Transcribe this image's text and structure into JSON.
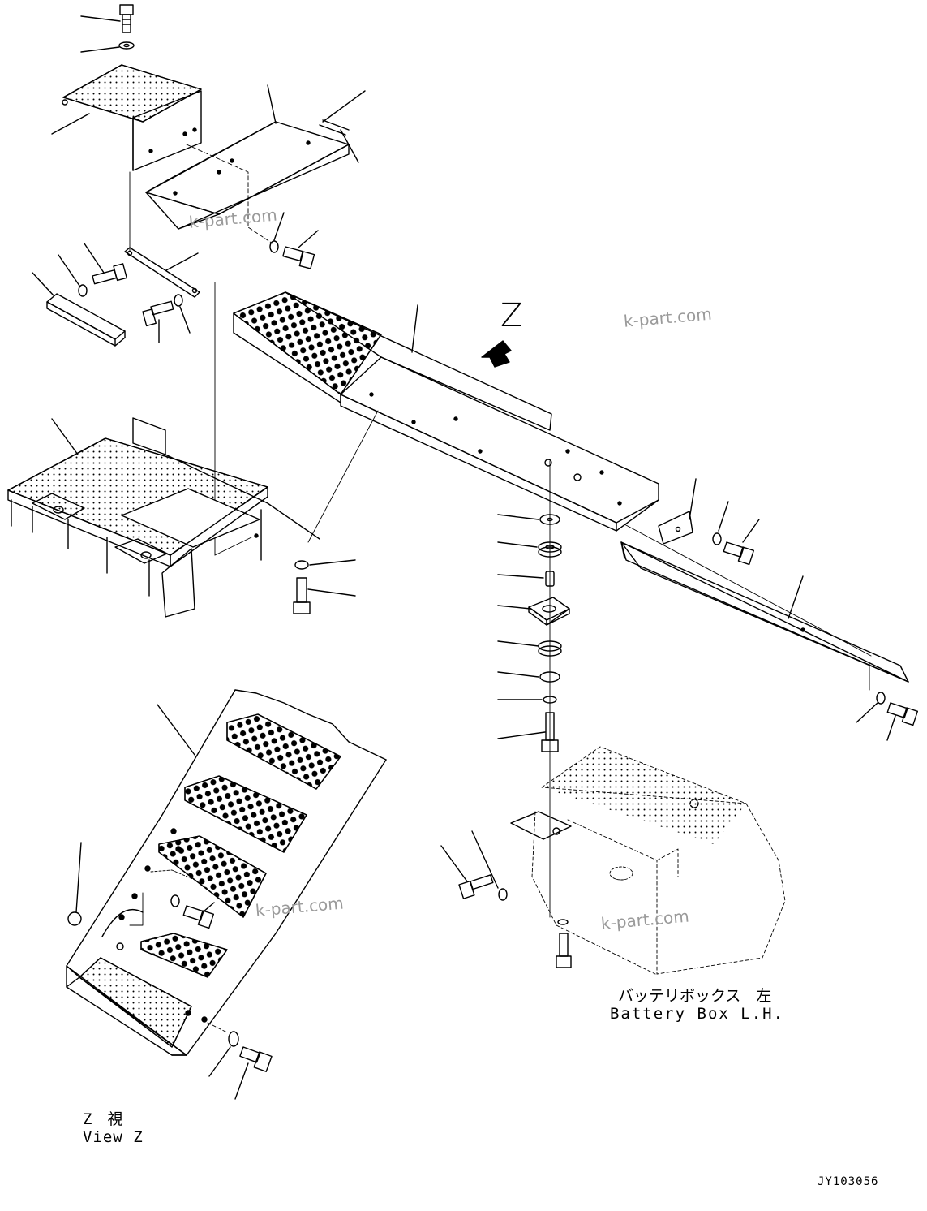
{
  "view_arrow_label": "Z",
  "view_caption": {
    "jp": "Z　視",
    "en": "View Z"
  },
  "battery_caption": {
    "jp": "バッテリボックス　左",
    "en": "Battery Box L.H."
  },
  "drawing_number": "JY103056",
  "watermark": "k-part.com"
}
